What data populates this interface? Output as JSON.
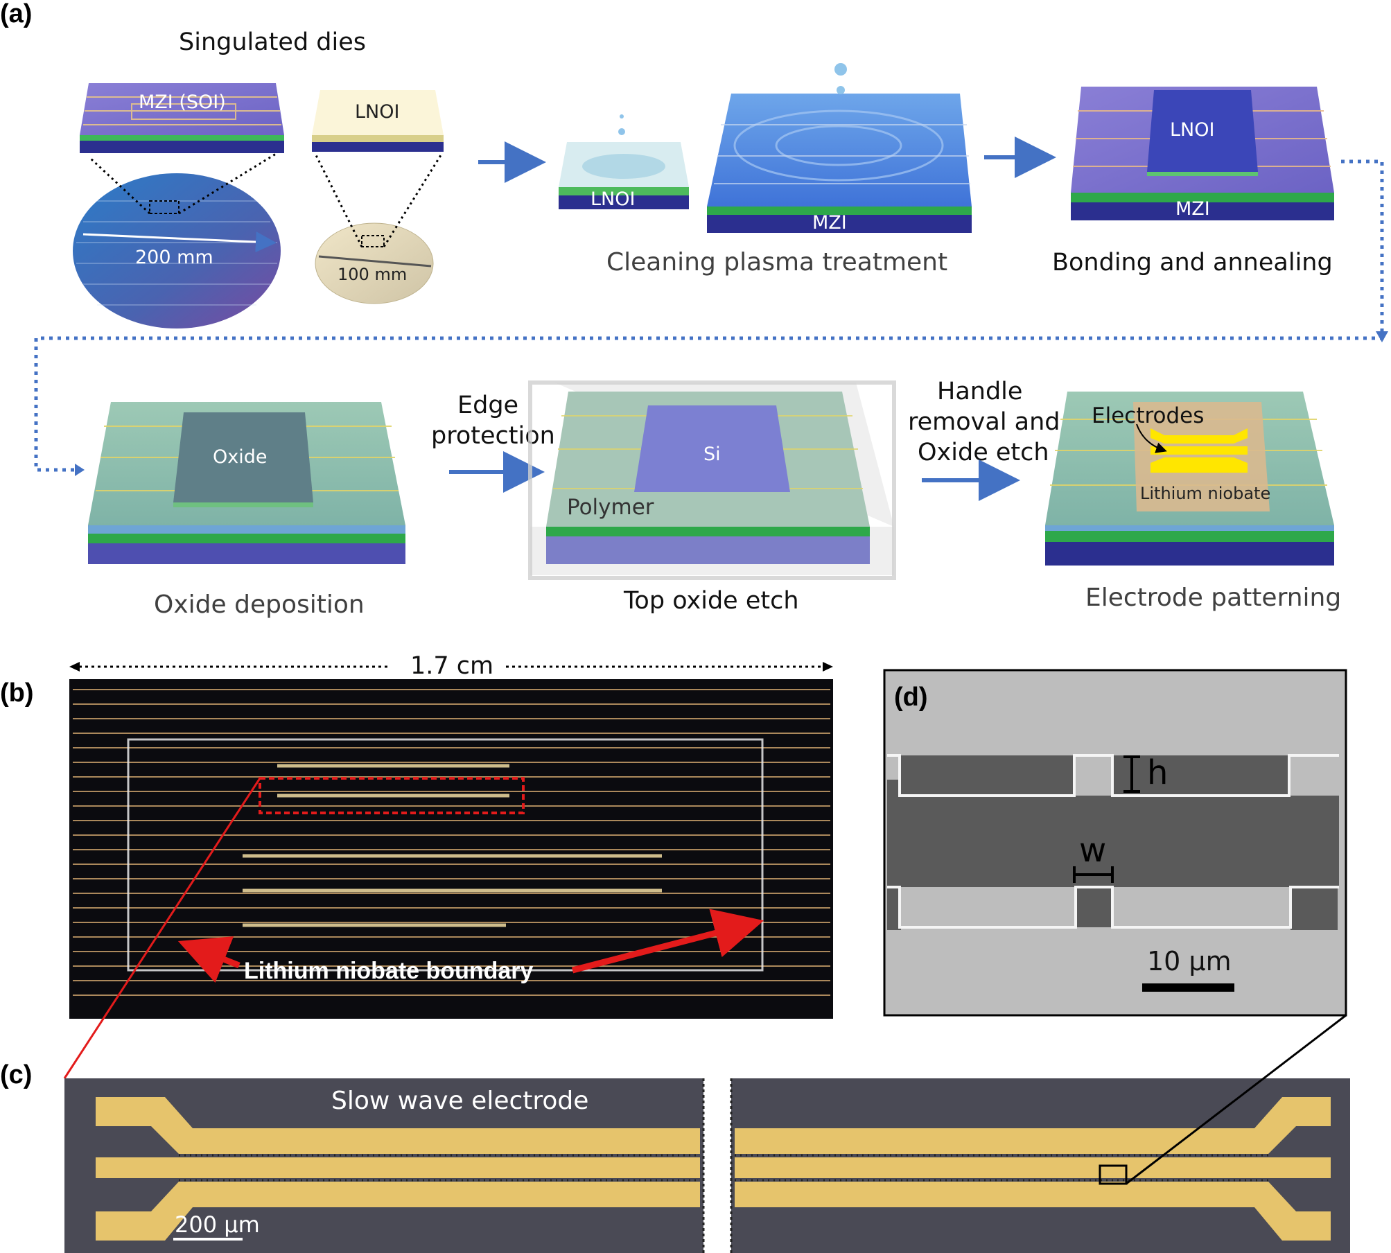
{
  "panels": {
    "a": "(a)",
    "b": "(b)",
    "c": "(c)",
    "d": "(d)"
  },
  "panel_a": {
    "title": "Singulated dies",
    "mzi_soi_label": "MZI (SOI)",
    "lnoi_label": "LNOI",
    "wafer_200": "200 mm",
    "wafer_100": "100 mm",
    "cleaning_lnoi": "LNOI",
    "cleaning_mzi": "MZI",
    "cleaning_caption": "Cleaning plasma treatment",
    "bonding_lnoi": "LNOI",
    "bonding_mzi": "MZI",
    "bonding_caption": "Bonding and annealing",
    "oxide_label": "Oxide",
    "oxide_caption": "Oxide deposition",
    "edge_protection_line1": "Edge",
    "edge_protection_line2": "protection",
    "si_label": "Si",
    "polymer_label": "Polymer",
    "top_etch_caption": "Top oxide etch",
    "handle_line1": "Handle",
    "handle_line2": "removal and",
    "handle_line3": "Oxide etch",
    "electrodes_label": "Electrodes",
    "lithium_niobate_label": "Lithium niobate",
    "electrode_caption": "Electrode patterning"
  },
  "panel_b": {
    "scale": "1.7 cm",
    "boundary_label": "Lithium niobate boundary"
  },
  "panel_c": {
    "title": "Slow wave electrode",
    "scale": "200 μm"
  },
  "panel_d": {
    "h_label": "h",
    "w_label": "w",
    "scale": "10 μm"
  },
  "colors": {
    "arrow_blue": "#4472c4",
    "chip_purple": "#5b5fc7",
    "chip_green": "#2ea84a",
    "chip_navy": "#2b2f8f",
    "electrode_gold": "#e8c466",
    "red_marker": "#e31b1b"
  }
}
